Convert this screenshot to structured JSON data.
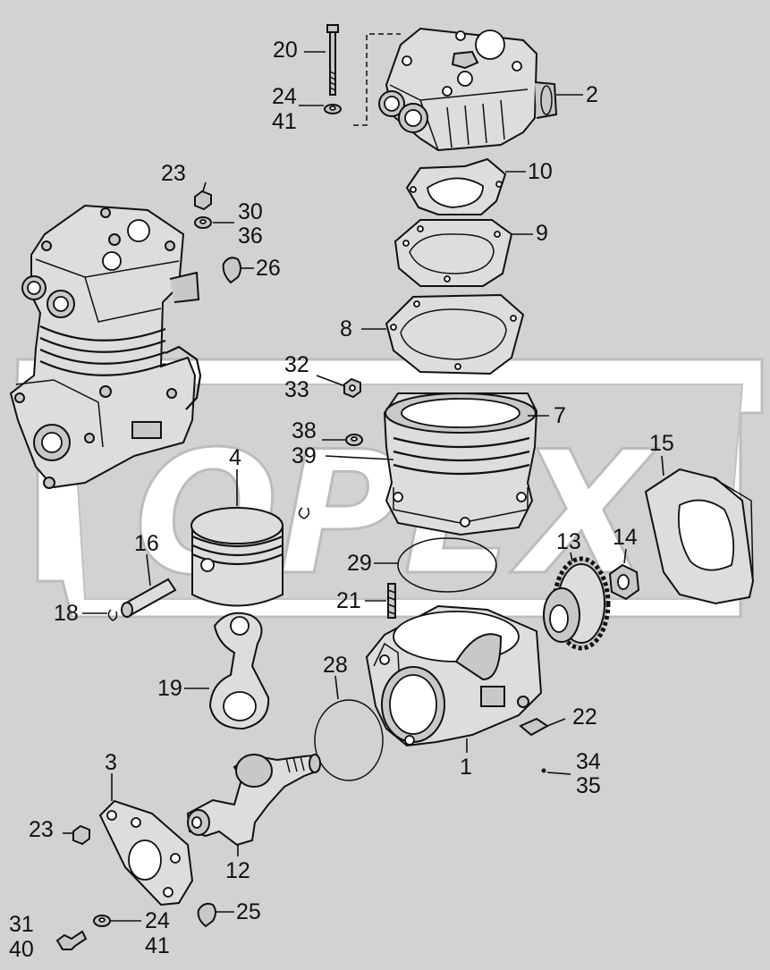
{
  "watermark_text": "OPEX",
  "callouts": [
    {
      "id": "c20",
      "text": "20"
    },
    {
      "id": "c24a",
      "text": "24"
    },
    {
      "id": "c41a",
      "text": "41"
    },
    {
      "id": "c2",
      "text": "2"
    },
    {
      "id": "c10",
      "text": "10"
    },
    {
      "id": "c23a",
      "text": "23"
    },
    {
      "id": "c30",
      "text": "30"
    },
    {
      "id": "c36",
      "text": "36"
    },
    {
      "id": "c9",
      "text": "9"
    },
    {
      "id": "c26",
      "text": "26"
    },
    {
      "id": "c8",
      "text": "8"
    },
    {
      "id": "c32",
      "text": "32"
    },
    {
      "id": "c33",
      "text": "33"
    },
    {
      "id": "c7",
      "text": "7"
    },
    {
      "id": "c38",
      "text": "38"
    },
    {
      "id": "c39",
      "text": "39"
    },
    {
      "id": "c4",
      "text": "4"
    },
    {
      "id": "c15",
      "text": "15"
    },
    {
      "id": "c16",
      "text": "16"
    },
    {
      "id": "c29",
      "text": "29"
    },
    {
      "id": "c13",
      "text": "13"
    },
    {
      "id": "c14",
      "text": "14"
    },
    {
      "id": "c18",
      "text": "18"
    },
    {
      "id": "c21",
      "text": "21"
    },
    {
      "id": "c19",
      "text": "19"
    },
    {
      "id": "c28",
      "text": "28"
    },
    {
      "id": "c22",
      "text": "22"
    },
    {
      "id": "c3",
      "text": "3"
    },
    {
      "id": "c1",
      "text": "1"
    },
    {
      "id": "c34",
      "text": "34"
    },
    {
      "id": "c35",
      "text": "35"
    },
    {
      "id": "c23b",
      "text": "23"
    },
    {
      "id": "c12",
      "text": "12"
    },
    {
      "id": "c25",
      "text": "25"
    },
    {
      "id": "c31",
      "text": "31"
    },
    {
      "id": "c24b",
      "text": "24"
    },
    {
      "id": "c40",
      "text": "40"
    },
    {
      "id": "c41b",
      "text": "41"
    }
  ],
  "colors": {
    "background": "#d2d2d2",
    "watermark": "#ffffff",
    "line": "#111111",
    "part_fill": "#c8c8c8"
  }
}
